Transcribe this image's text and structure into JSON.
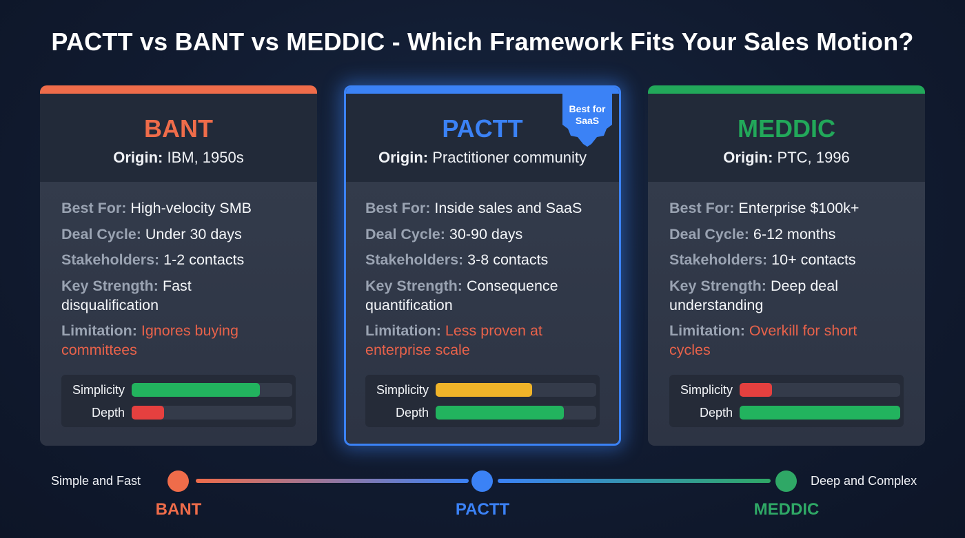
{
  "title": "PACTT vs BANT vs MEDDIC - Which Framework Fits Your Sales Motion?",
  "colors": {
    "bant": "#ef6c4a",
    "pactt": "#3b82f6",
    "meddic": "#22a85a",
    "limitation_text": "#e8624a",
    "bar_green": "#22b35e",
    "bar_red": "#e5403f",
    "bar_yellow": "#f0b429"
  },
  "cards": [
    {
      "name": "BANT",
      "origin_label": "Origin:",
      "origin_value": "IBM, 1950s",
      "rows": [
        {
          "label": "Best For:",
          "value": "High-velocity SMB"
        },
        {
          "label": "Deal Cycle:",
          "value": "Under 30 days"
        },
        {
          "label": "Stakeholders:",
          "value": "1-2 contacts"
        },
        {
          "label": "Key Strength:",
          "value": "Fast disqualification"
        },
        {
          "label": "Limitation:",
          "value": "Ignores buying committees"
        }
      ],
      "bars": [
        {
          "label": "Simplicity",
          "percent": 80,
          "color": "green"
        },
        {
          "label": "Depth",
          "percent": 20,
          "color": "red"
        }
      ]
    },
    {
      "name": "PACTT",
      "badge": "Best for SaaS",
      "origin_label": "Origin:",
      "origin_value": "Practitioner community",
      "rows": [
        {
          "label": "Best For:",
          "value": "Inside sales and SaaS"
        },
        {
          "label": "Deal Cycle:",
          "value": "30-90 days"
        },
        {
          "label": "Stakeholders:",
          "value": "3-8 contacts"
        },
        {
          "label": "Key Strength:",
          "value": "Consequence quantification"
        },
        {
          "label": "Limitation:",
          "value": "Less proven at enterprise scale"
        }
      ],
      "bars": [
        {
          "label": "Simplicity",
          "percent": 60,
          "color": "yellow"
        },
        {
          "label": "Depth",
          "percent": 80,
          "color": "green"
        }
      ]
    },
    {
      "name": "MEDDIC",
      "origin_label": "Origin:",
      "origin_value": "PTC, 1996",
      "rows": [
        {
          "label": "Best For:",
          "value": "Enterprise $100k+"
        },
        {
          "label": "Deal Cycle:",
          "value": "6-12 months"
        },
        {
          "label": "Stakeholders:",
          "value": "10+ contacts"
        },
        {
          "label": "Key Strength:",
          "value": "Deep deal understanding"
        },
        {
          "label": "Limitation:",
          "value": "Overkill for short cycles"
        }
      ],
      "bars": [
        {
          "label": "Simplicity",
          "percent": 20,
          "color": "red"
        },
        {
          "label": "Depth",
          "percent": 100,
          "color": "green"
        }
      ]
    }
  ],
  "scale": {
    "left_label": "Simple and Fast",
    "right_label": "Deep and Complex",
    "points": [
      "BANT",
      "PACTT",
      "MEDDIC"
    ]
  }
}
